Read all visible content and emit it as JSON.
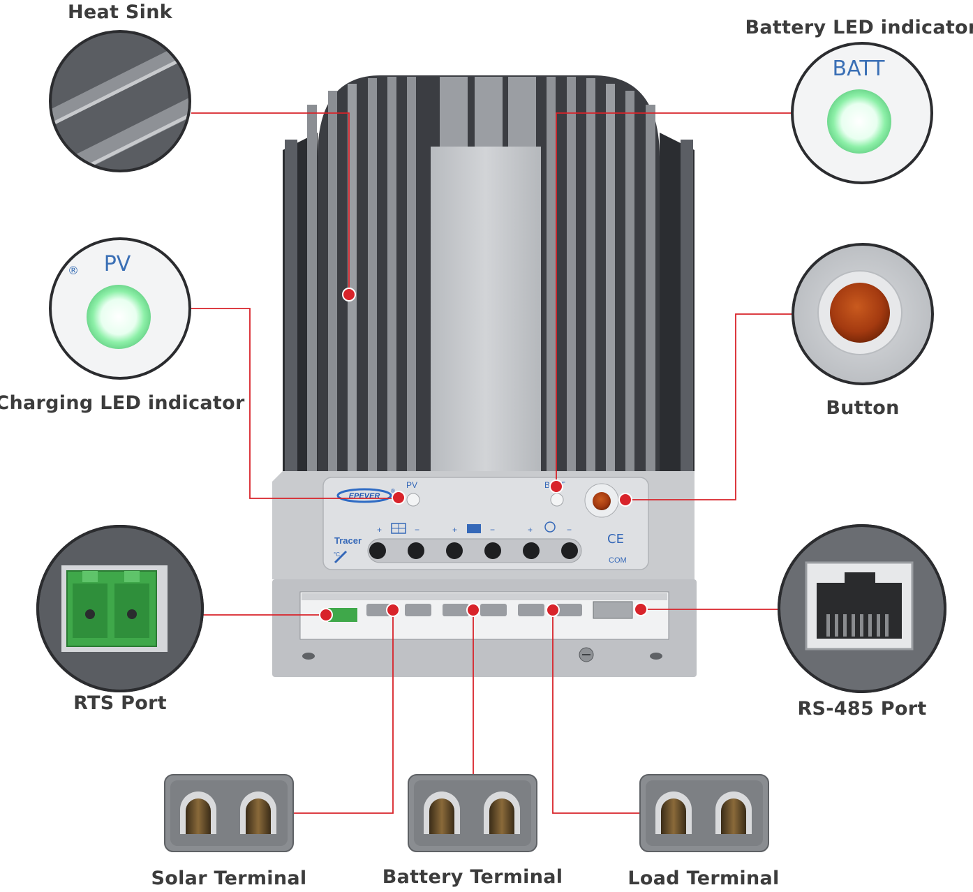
{
  "labels": {
    "heat_sink": "Heat Sink",
    "battery_led": "Battery LED indicator",
    "charging_led": "Charging LED indicator",
    "button": "Button",
    "rts_port": "RTS Port",
    "rs485_port": "RS-485 Port",
    "solar_terminal": "Solar Terminal",
    "battery_terminal": "Battery Terminal",
    "load_terminal": "Load Terminal"
  },
  "callouts": {
    "batt_text": "BATT",
    "pv_text": "PV"
  },
  "device": {
    "brand": "EPEVER",
    "model": "Tracer",
    "pv_label": "PV",
    "batt_label": "BATT",
    "ce_mark": "CE",
    "com_label": "COM",
    "plus": "+",
    "minus": "−",
    "reg_mark": "®",
    "temp_mark": "°C"
  },
  "colors": {
    "leader": "#d8232a",
    "led_green": "#8df0a8",
    "button_orange": "#a43a10",
    "rts_green": "#3fa84a"
  }
}
